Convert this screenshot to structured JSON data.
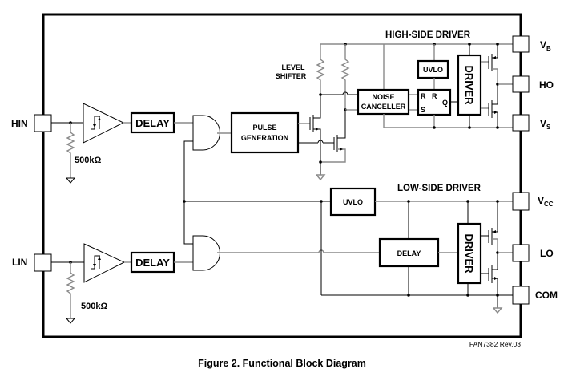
{
  "figure": {
    "caption": "Figure 2. Functional Block Diagram",
    "revision": "FAN7382 Rev.03"
  },
  "sections": {
    "high_side": "HIGH-SIDE DRIVER",
    "low_side": "LOW-SIDE DRIVER",
    "level_shifter": [
      "LEVEL",
      "SHIFTER"
    ]
  },
  "pins": {
    "hin": "HIN",
    "lin": "LIN",
    "vb": {
      "main": "V",
      "sub": "B"
    },
    "ho": "HO",
    "vs": {
      "main": "V",
      "sub": "S"
    },
    "vcc": {
      "main": "V",
      "sub": "CC"
    },
    "lo": "LO",
    "com": "COM"
  },
  "blocks": {
    "hin_delay": "DELAY",
    "lin_delay": "DELAY",
    "pulse_generation": [
      "PULSE",
      "GENERATION"
    ],
    "noise_canceller": [
      "NOISE",
      "CANCELLER"
    ],
    "hs_uvlo": "UVLO",
    "latch": {
      "r1": "R",
      "r2": "R",
      "s": "S",
      "q": "Q"
    },
    "hs_driver": "DRIVER",
    "ls_uvlo": "UVLO",
    "ls_delay": "DELAY",
    "ls_driver": "DRIVER"
  },
  "resistors": {
    "hin_pulldown": "500kΩ",
    "lin_pulldown": "500kΩ"
  }
}
